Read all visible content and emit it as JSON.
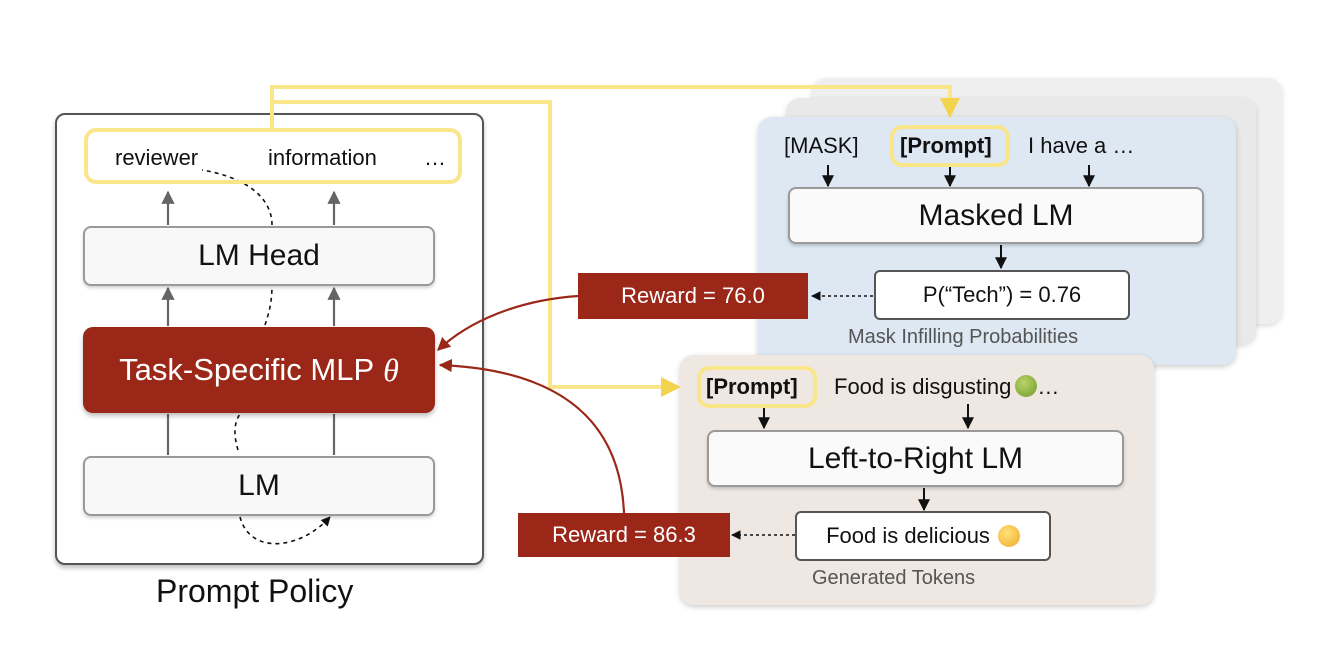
{
  "policy": {
    "caption": "Prompt Policy",
    "tokens": {
      "token1": "reviewer",
      "token2": "information",
      "ellipsis": "…"
    },
    "lm_head": "LM Head",
    "mlp": {
      "text": "Task-Specific MLP",
      "symbol": "θ"
    },
    "lm": "LM"
  },
  "masked_panel": {
    "inputs": {
      "mask": "[MASK]",
      "prompt": "[Prompt]",
      "text": "I have a …"
    },
    "model": "Masked LM",
    "output": "P(“Tech”) = 0.76",
    "caption": "Mask Infilling Probabilities",
    "reward": "Reward = 76.0"
  },
  "ltr_panel": {
    "inputs": {
      "prompt": "[Prompt]",
      "text": "Food is disgusting",
      "ellipsis": "…"
    },
    "model": "Left-to-Right LM",
    "output": "Food is delicious",
    "caption": "Generated Tokens",
    "reward": "Reward = 86.3"
  },
  "colors": {
    "reward_red": "#9b2719",
    "prompt_yellow": "#f9e58a",
    "masked_bg": "#dde8f2",
    "ltr_bg": "#efe8e2"
  },
  "icons": {
    "disgusted": "nauseated-face-icon",
    "delicious": "yum-face-icon"
  }
}
